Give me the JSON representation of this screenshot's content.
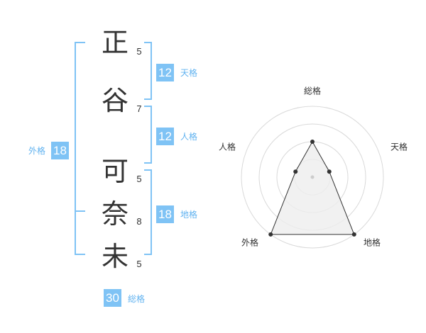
{
  "name": {
    "characters": [
      {
        "char": "正",
        "strokes": "5"
      },
      {
        "char": "谷",
        "strokes": "7"
      },
      {
        "char": "可",
        "strokes": "5"
      },
      {
        "char": "奈",
        "strokes": "8"
      },
      {
        "char": "未",
        "strokes": "5"
      }
    ]
  },
  "kakusu": {
    "tenkaku": {
      "value": "12",
      "label": "天格"
    },
    "jinkaku": {
      "value": "12",
      "label": "人格"
    },
    "chikaku": {
      "value": "18",
      "label": "地格"
    },
    "gaikaku": {
      "value": "18",
      "label": "外格"
    },
    "soukaku": {
      "value": "30",
      "label": "総格"
    }
  },
  "radar": {
    "axes": [
      "総格",
      "天格",
      "地格",
      "外格",
      "人格"
    ],
    "rings": 4,
    "max": 4,
    "values": [
      2,
      1,
      4,
      4,
      1
    ],
    "colors": {
      "ring": "#d9d9d9",
      "fill": "#eeeeee",
      "line": "#333333",
      "center": "#cccccc"
    }
  },
  "colors": {
    "accent": "#7fc3f5",
    "bracket": "#7fc3f5"
  }
}
